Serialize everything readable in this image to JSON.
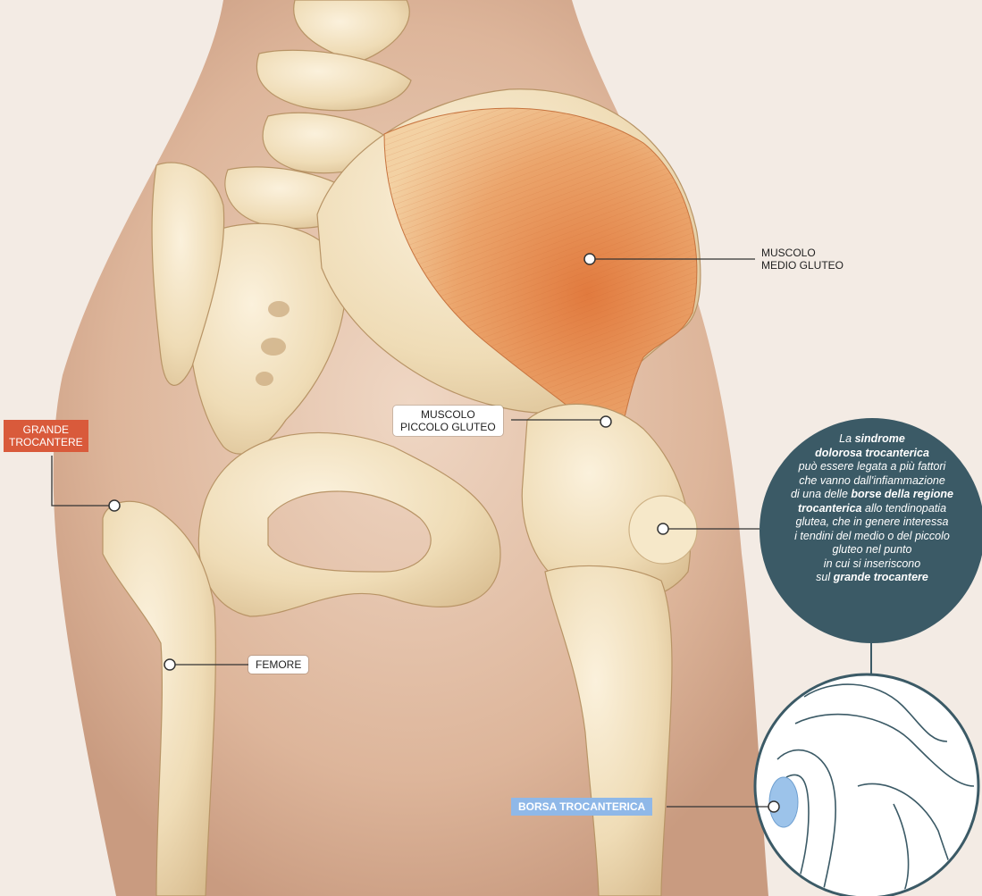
{
  "labels": {
    "muscolo_medio_gluteo": [
      "MUSCOLO",
      "MEDIO GLUTEO"
    ],
    "muscolo_piccolo_gluteo": [
      "MUSCOLO",
      "PICCOLO GLUTEO"
    ],
    "grande_trocantere": [
      "GRANDE",
      "TROCANTERE"
    ],
    "femore": "FEMORE",
    "borsa_trocanterica": "BORSA TROCANTERICA"
  },
  "info_circle": {
    "lines": [
      [
        {
          "t": "La ",
          "b": false
        },
        {
          "t": "sindrome",
          "b": true
        }
      ],
      [
        {
          "t": "dolorosa trocanterica",
          "b": true
        }
      ],
      [
        {
          "t": "può essere legata a più fattori",
          "b": false
        }
      ],
      [
        {
          "t": "che vanno dall'infiammazione",
          "b": false
        }
      ],
      [
        {
          "t": "di una delle ",
          "b": false
        },
        {
          "t": "borse della regione",
          "b": true
        }
      ],
      [
        {
          "t": "trocanterica",
          "b": true
        },
        {
          "t": " allo tendinopatia",
          "b": false
        }
      ],
      [
        {
          "t": "glutea, che in genere interessa",
          "b": false
        }
      ],
      [
        {
          "t": "i tendini del medio o del piccolo",
          "b": false
        }
      ],
      [
        {
          "t": "gluteo nel punto",
          "b": false
        }
      ],
      [
        {
          "t": "in cui si inseriscono",
          "b": false
        }
      ],
      [
        {
          "t": "sul ",
          "b": false
        },
        {
          "t": "grande trocantere",
          "b": true
        }
      ]
    ]
  },
  "colors": {
    "circle_bg": "#3b5a66",
    "red_label": "#d95a3b",
    "blue_label": "#8fb8e8",
    "bone": "#f1dfc0",
    "muscle": "#e79a5e",
    "skin": "#d9b49b"
  }
}
